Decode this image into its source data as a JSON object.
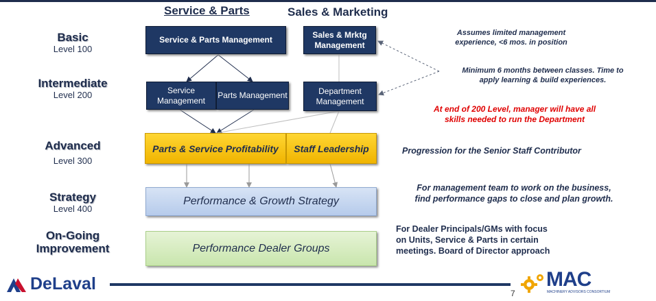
{
  "headers": {
    "service_parts_a": "Service & ",
    "service_parts_b": "Parts",
    "sales_marketing": "Sales & Marketing"
  },
  "levels": [
    {
      "title": "Basic",
      "sub": "Level 100"
    },
    {
      "title": "Intermediate",
      "sub": "Level 200"
    },
    {
      "title": "Advanced",
      "sub": "Level 300"
    },
    {
      "title": "Strategy",
      "sub": "Level 400"
    },
    {
      "title_line1": "On-Going",
      "title_line2": "Improvement"
    }
  ],
  "boxes": {
    "service_parts_mgmt": "Service & Parts Management",
    "sales_mrktg_l1": "Sales & Mrktg",
    "sales_mrktg_l2": "Management",
    "service_mgmt_l1": "Service",
    "service_mgmt_l2": "Management",
    "parts_mgmt": "Parts Management",
    "dept_mgmt_l1": "Department",
    "dept_mgmt_l2": "Management",
    "parts_service_profit": "Parts & Service Profitability",
    "staff_leadership": "Staff Leadership",
    "perf_growth": "Performance & Growth Strategy",
    "perf_dealer": "Performance Dealer Groups"
  },
  "notes": {
    "assumes_l1": "Assumes limited management",
    "assumes_l2": "experience, <6 mos. in position",
    "minimum_l1": "Minimum 6 months between classes. Time to",
    "minimum_l2": "apply learning & build experiences.",
    "end200_l1": "At end of 200 Level, manager will have all",
    "end200_l2": "skills needed to run the Department",
    "progression": "Progression for the Senior Staff Contributor",
    "mgmt_team_l1": "For management team to work on the business,",
    "mgmt_team_l2": "find performance gaps to close and plan growth.",
    "dealer_l1": "For Dealer Principals/GMs with focus",
    "dealer_l2": "on Units, Service & Parts in certain",
    "dealer_l3": "meetings.  Board of Director approach"
  },
  "footer": {
    "delaval": "DeLaval",
    "page": "7",
    "mac": "MAC",
    "mac_sub": "MACHINERY ADVISORS CONSORTIUM"
  },
  "colors": {
    "navy": "#1f3864",
    "yellow": "#f0b400",
    "light_blue": "#c6d6f0",
    "light_green": "#d5ebc0",
    "red_note": "#e00000"
  }
}
